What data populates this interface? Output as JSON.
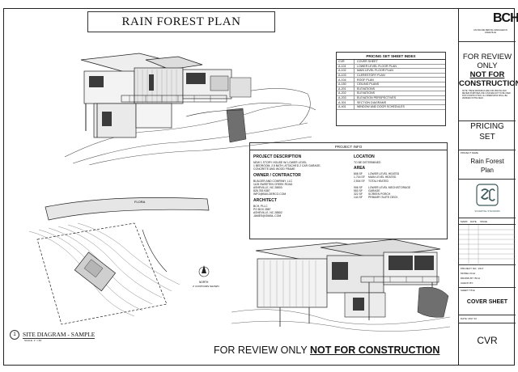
{
  "sheet": {
    "title": "RAIN FOREST PLAN",
    "banner": {
      "regular": "FOR REVIEW ONLY ",
      "strong": "NOT FOR CONSTRUCTION"
    }
  },
  "index": {
    "title": "PRICING SET SHEET INDEX",
    "rows": [
      {
        "num": "CVR",
        "title": "COVER SHEET"
      },
      {
        "num": "A-101",
        "title": "LOWER LEVEL FLOOR PLAN"
      },
      {
        "num": "A-102",
        "title": "MAIN LEVEL FLOOR PLAN"
      },
      {
        "num": "A-103",
        "title": "CLERESTORY PLAN"
      },
      {
        "num": "A-104",
        "title": "ROOF PLAN"
      },
      {
        "num": "A-150",
        "title": "CEILING PLANS"
      },
      {
        "num": "A-201",
        "title": "ELEVATIONS"
      },
      {
        "num": "A-202",
        "title": "ELEVATIONS"
      },
      {
        "num": "A-203",
        "title": "ELEVATION PERSPECTIVES"
      },
      {
        "num": "A-301",
        "title": "SECTION DIAGRAMS"
      },
      {
        "num": "A-401",
        "title": "WINDOW AND DOOR SCHEDULES"
      }
    ]
  },
  "info": {
    "title": "PROJECT INFO",
    "description_heading": "PROJECT DESCRIPTION",
    "description_lines": [
      "NEW 1 STORY HOUSE W/ LOWER LEVEL",
      "1 BEDROOM, 2.5 BATH, ATTACHED 2 CAR GARAGE,",
      "CONCRETE AND WOOD FRAME"
    ],
    "owner_heading": "OWNER / CONTRACTOR",
    "owner_lines": [
      "BUILDER AND COMPANY, LLC",
      "1125 SWEETEN CREEK ROAD",
      "ASHEVILLE, NC 28803",
      "828.783.9387",
      "INFO@BUILDERCO.COM"
    ],
    "architect_heading": "ARCHITECT",
    "architect_lines": [
      "BCH, PLLC",
      "PO BOX 2887",
      "ASHEVILLE, NC 28802",
      "JAMES@GMAIL.COM"
    ],
    "location_heading": "LOCATION",
    "location_lines": [
      "TO BE DETERMINED"
    ],
    "area_heading": "AREA",
    "area_rows": [
      {
        "value": "808 SF",
        "label": "LOWER LEVEL HEATED"
      },
      {
        "value": "1,716 SF",
        "label": "MAIN LEVEL HEATED"
      },
      {
        "value": "2,504 SF",
        "label": "TOTAL HEATED"
      },
      {
        "value": "",
        "label": ""
      },
      {
        "value": "906 SF",
        "label": "LOWER LEVEL MECH/STORAGE"
      },
      {
        "value": "553 SF",
        "label": "GARAGE"
      },
      {
        "value": "322 SF",
        "label": "SCREEN PORCH"
      },
      {
        "value": "144 SF",
        "label": "PRIMARY SUITE DECK"
      }
    ]
  },
  "site": {
    "number": "1",
    "caption": "SITE DIAGRAM - SAMPLE",
    "scale": "SCALE: 1\" = 60'",
    "road_label": "FLORA",
    "north_label": "NORTH",
    "north_sub": "2' CONTOURS SHOWN"
  },
  "titleblock": {
    "logo": "BCH",
    "logo_sub": "AN ONLINE RENTAL MANAGER IN ASHEVILLE",
    "review_lines": [
      "FOR REVIEW",
      "ONLY",
      "NOT FOR",
      "CONSTRUCTION"
    ],
    "review_fine": "NOTE: THESE DRAWINGS ARE FOR PRICING AND REVIEW PURPOSES ONLY AND ARE NOT TO BE USED FOR CONSTRUCTION. ALL DIMENSIONS SHALL BE VERIFIED IN THE FIELD.",
    "pricing_lines": [
      "PRICING",
      "SET"
    ],
    "project_name_label": "PROJECT NAME",
    "project_name_lines": [
      "Rain Forest",
      "Plan"
    ],
    "logo2_text": "SILVERTAIL STANDARD",
    "mark_headers": [
      "MARK",
      "DATE",
      "ISSUE"
    ],
    "project_no": "PROJECT NO.: 2217",
    "model_file": "MODEL FILE:",
    "drawn_by": "DRAWN BY: BCH",
    "checked_by": "CHECK BY:",
    "sheet_title_label": "SHEET TITLE",
    "sheet_title": "COVER SHEET",
    "date": "DATE: MAY 23",
    "sheet_number": "CVR"
  },
  "colors": {
    "line": "#222222",
    "hatch": "#9a9a9a",
    "glass": "#3b3b3b",
    "stone": "#6f6f6f"
  }
}
